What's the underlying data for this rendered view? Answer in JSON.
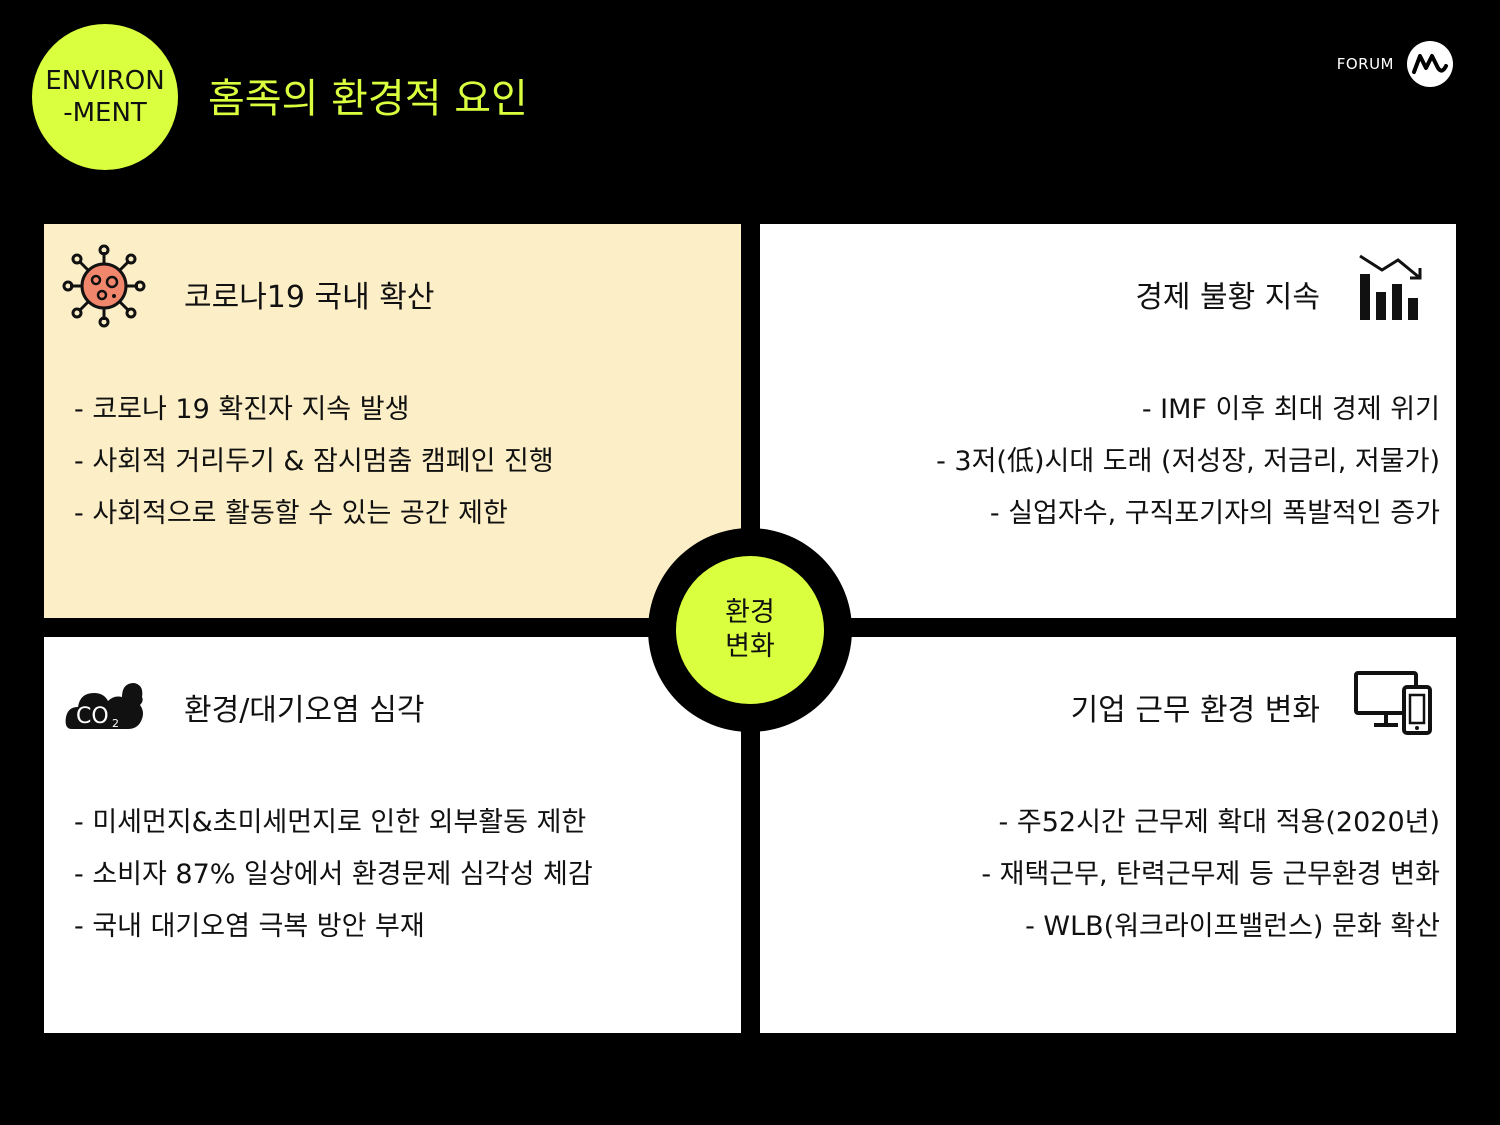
{
  "badge": {
    "line1": "ENVIRON",
    "line2": "-MENT"
  },
  "title": "홈족의 환경적 요인",
  "brand": {
    "text": "FORUM",
    "logo_icon": "forum-m-logo"
  },
  "center": {
    "line1": "환경",
    "line2": "변화"
  },
  "colors": {
    "accent": "#d9ff3e",
    "highlight_panel": "#fcefc7",
    "background": "#000000",
    "virus": "#f0866b"
  },
  "panels": [
    {
      "heading": "코로나19 국내 확산",
      "icon": "virus-icon",
      "bullets": [
        "- 코로나 19 확진자 지속 발생",
        "- 사회적 거리두기 & 잠시멈춤 캠페인 진행",
        "- 사회적으로 활동할 수 있는 공간 제한"
      ]
    },
    {
      "heading": "경제 불황 지속",
      "icon": "declining-bar-chart-icon",
      "bullets": [
        "- IMF 이후 최대 경제 위기",
        "- 3저(低)시대 도래 (저성장, 저금리, 저물가)",
        "- 실업자수, 구직포기자의 폭발적인 증가"
      ]
    },
    {
      "heading": "환경/대기오염 심각",
      "icon": "co2-cloud-icon",
      "icon_label": "CO",
      "icon_sub": "2",
      "bullets": [
        "- 미세먼지&초미세먼지로 인한 외부활동 제한",
        "- 소비자 87% 일상에서 환경문제 심각성 체감",
        "- 국내 대기오염 극복 방안 부재"
      ]
    },
    {
      "heading": "기업 근무 환경 변화",
      "icon": "monitor-tablet-icon",
      "bullets": [
        "- 주52시간 근무제 확대 적용(2020년)",
        "- 재택근무, 탄력근무제 등 근무환경 변화",
        "- WLB(워크라이프밸런스) 문화 확산"
      ]
    }
  ]
}
